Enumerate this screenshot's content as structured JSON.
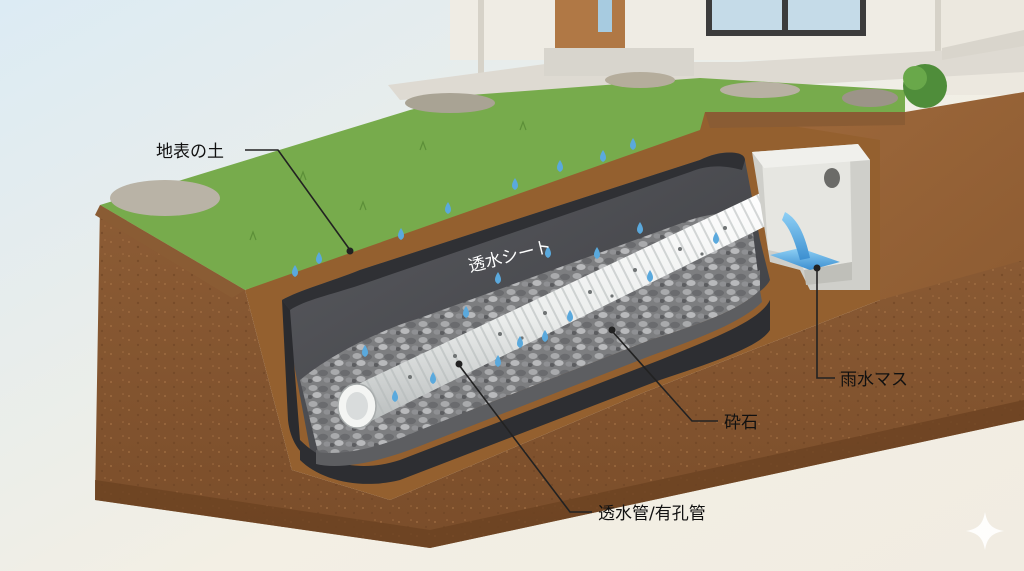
{
  "labels": {
    "surface_soil": "地表の土",
    "permeable_sheet": "透水シート",
    "rain_basin": "雨水マス",
    "crushed_stone": "砕石",
    "perforated_pipe": "透水管/有孔管"
  },
  "icons": {
    "corner_mark": "sparkle-icon"
  },
  "colors": {
    "grass": "#74a84b",
    "soil": "#8a5a33",
    "sheet": "#4a4b4f",
    "gravel": "#8b8c8e",
    "pipe": "#f2f3f1",
    "water": "#5aa9dd",
    "basin": "#dcdcd7"
  }
}
